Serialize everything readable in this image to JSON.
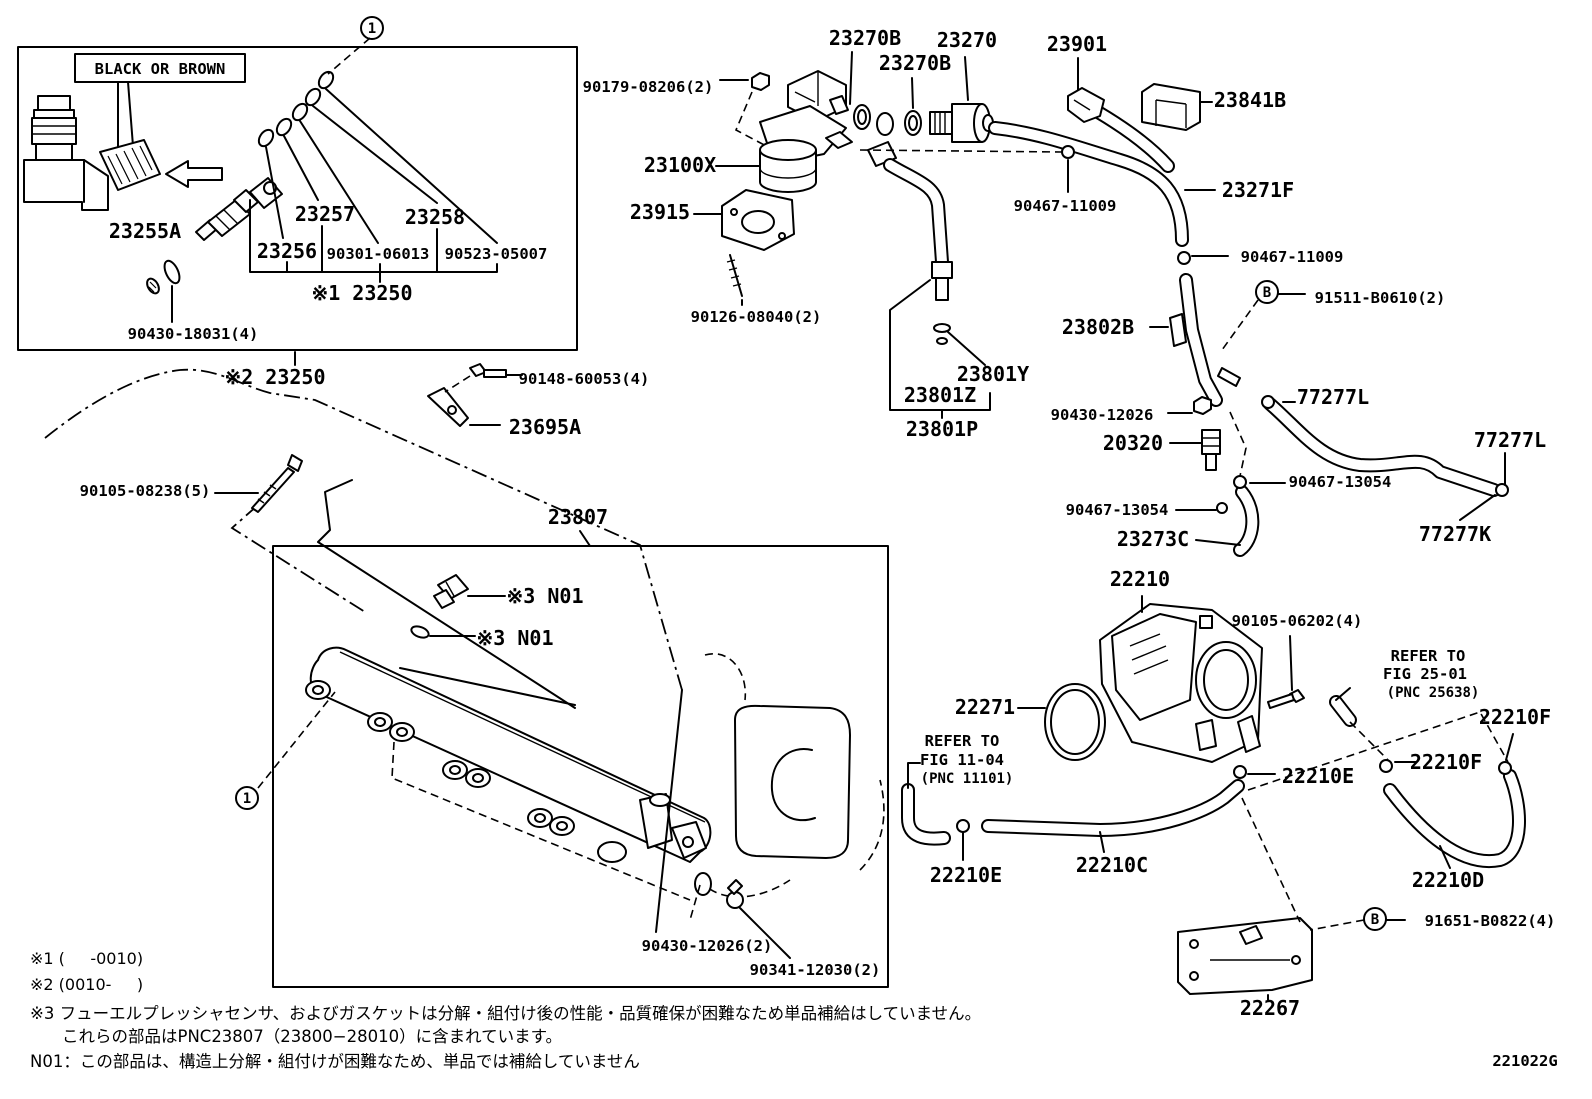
{
  "figure_code": "221022G",
  "inset": {
    "circle_ref": "1",
    "color_note": "BLACK OR BROWN",
    "callouts": [
      "23255A",
      "23256",
      "23257",
      "23258",
      "90301-06013",
      "90523-05007",
      "※1 23250",
      "90430-18031(4)"
    ]
  },
  "assembly_note": "※2 23250",
  "fuel_pump": {
    "callouts": [
      "90179-08206(2)",
      "23270B",
      "23270",
      "23270B",
      "23100X",
      "23915",
      "90126-08040(2)",
      "23801Y",
      "23801Z",
      "23801P"
    ]
  },
  "fuel_hoses": {
    "b_marker": "B",
    "callouts": [
      "23901",
      "23841B",
      "23271F",
      "90467-11009",
      "90467-11009",
      "23802B",
      "91511-B0610(2)",
      "90430-12026",
      "20320",
      "77277L",
      "77277L",
      "90467-13054",
      "90467-13054",
      "23273C",
      "77277K"
    ]
  },
  "fasteners": {
    "callouts": [
      "90148-60053(4)",
      "23695A",
      "90105-08238(5)"
    ]
  },
  "fuel_rail": {
    "circle_ref": "1",
    "callouts": [
      "23807",
      "※3 N01",
      "※3 N01",
      "90430-12026(2)",
      "90341-12030(2)"
    ]
  },
  "throttle_body": {
    "b_marker": "B",
    "callouts": [
      "22210",
      "90105-06202(4)",
      "22271",
      "22210F",
      "22210F",
      "22210E",
      "22210E",
      "22210C",
      "22210D",
      "91651-B0822(4)",
      "22267"
    ],
    "refer_pcv": [
      "REFER TO",
      "FIG 25-01",
      "(PNC 25638)"
    ],
    "refer_air": [
      "REFER TO",
      "FIG 11-04",
      "(PNC 11101)"
    ]
  },
  "notes": {
    "note1": "※1 (     -0010)",
    "note2": "※2 (0010-     )",
    "note3_line1": "※3 フューエルプレッシャセンサ、およびガスケットは分解・組付け後の性能・品質確保が困難なため単品補給はしていません。",
    "note3_line2": "これらの部品はPNC23807（23800−28010）に含まれています。",
    "n01": "N01：この部品は、構造上分解・組付けが困難なため、単品では補給していません"
  }
}
